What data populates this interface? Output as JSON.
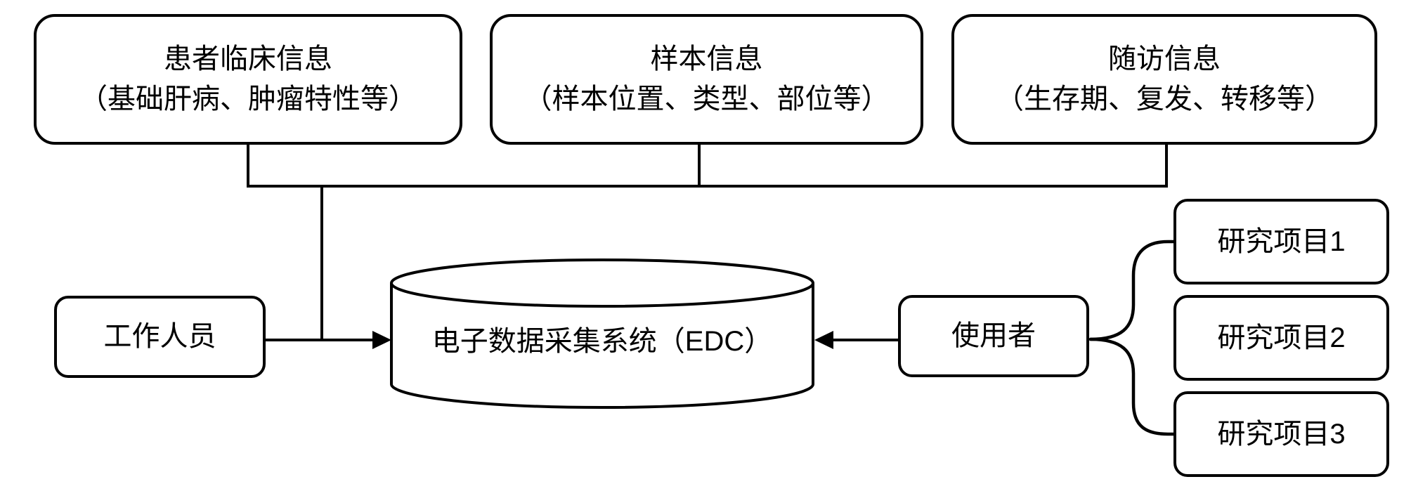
{
  "diagram": {
    "top_boxes": [
      {
        "line1": "患者临床信息",
        "line2": "（基础肝病、肿瘤特性等）"
      },
      {
        "line1": "样本信息",
        "line2": "（样本位置、类型、部位等）"
      },
      {
        "line1": "随访信息",
        "line2": "（生存期、复发、转移等）"
      }
    ],
    "staff_box": {
      "label": "工作人员"
    },
    "edc": {
      "label": "电子数据采集系统（EDC）"
    },
    "user_box": {
      "label": "使用者"
    },
    "projects": [
      {
        "label": "研究项目1"
      },
      {
        "label": "研究项目2"
      },
      {
        "label": "研究项目3"
      }
    ],
    "colors": {
      "stroke": "#000000",
      "fill": "#ffffff",
      "background": "#ffffff"
    }
  }
}
